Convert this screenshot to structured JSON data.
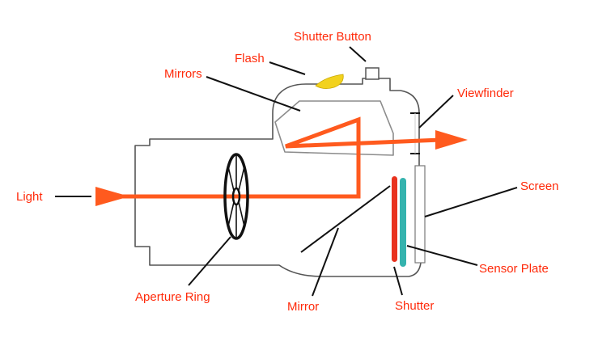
{
  "diagram": {
    "labels": {
      "shutter_button": "Shutter Button",
      "flash": "Flash",
      "mirrors": "Mirrors",
      "viewfinder": "Viewfinder",
      "screen": "Screen",
      "light": "Light",
      "sensor_plate": "Sensor Plate",
      "aperture_ring": "Aperture Ring",
      "mirror": "Mirror",
      "shutter": "Shutter"
    },
    "colors": {
      "label": "#ff2a0a",
      "light_path": "#ff5a1e",
      "flash": "#f2d21e",
      "shutter": "#e8321e",
      "sensor": "#35b3ae",
      "outline": "#111111",
      "body_outline": "#555555",
      "prism": "#8c8c8c"
    }
  }
}
